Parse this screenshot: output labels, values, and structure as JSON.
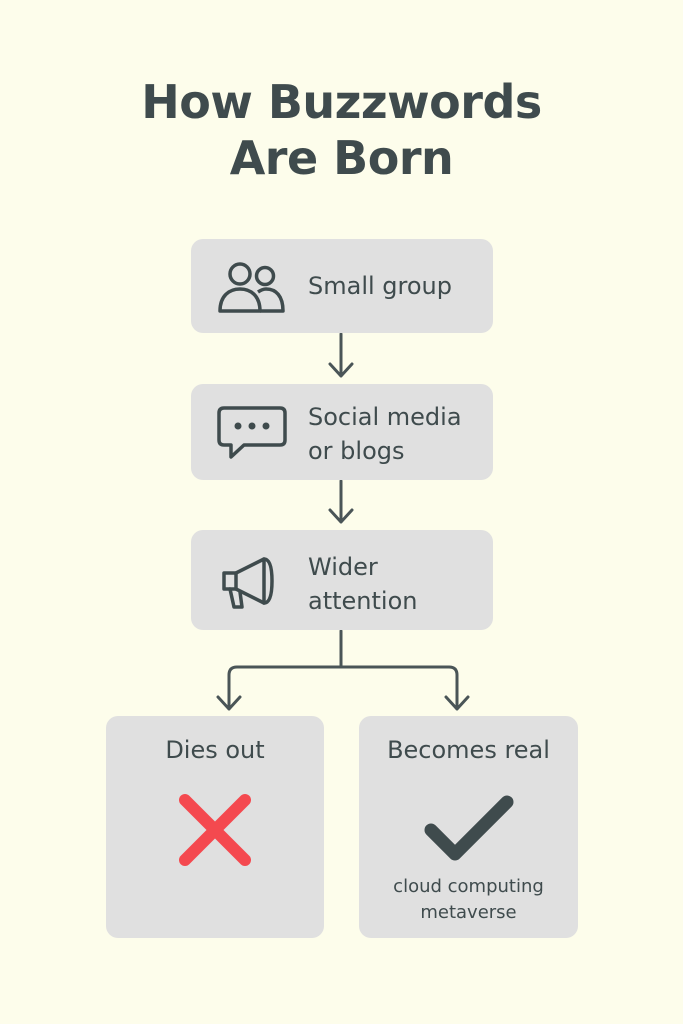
{
  "title": {
    "line1": "How Buzzwords",
    "line2": "Are Born"
  },
  "steps": [
    {
      "label": "Small group",
      "icon": "people-icon"
    },
    {
      "label": "Social media\nor blogs",
      "icon": "chat-bubble-icon"
    },
    {
      "label": "Wider\nattention",
      "icon": "megaphone-icon"
    }
  ],
  "outcomes": [
    {
      "heading": "Dies out",
      "icon": "x-mark-icon",
      "color": "#f4494f"
    },
    {
      "heading": "Becomes real",
      "icon": "checkmark-icon",
      "color": "#3f4b4d",
      "examples": [
        "cloud computing",
        "metaverse"
      ]
    }
  ],
  "colors": {
    "background": "#fdfdeb",
    "box": "#e0e0e0",
    "text": "#3f4b4d",
    "cross": "#f4494f"
  }
}
